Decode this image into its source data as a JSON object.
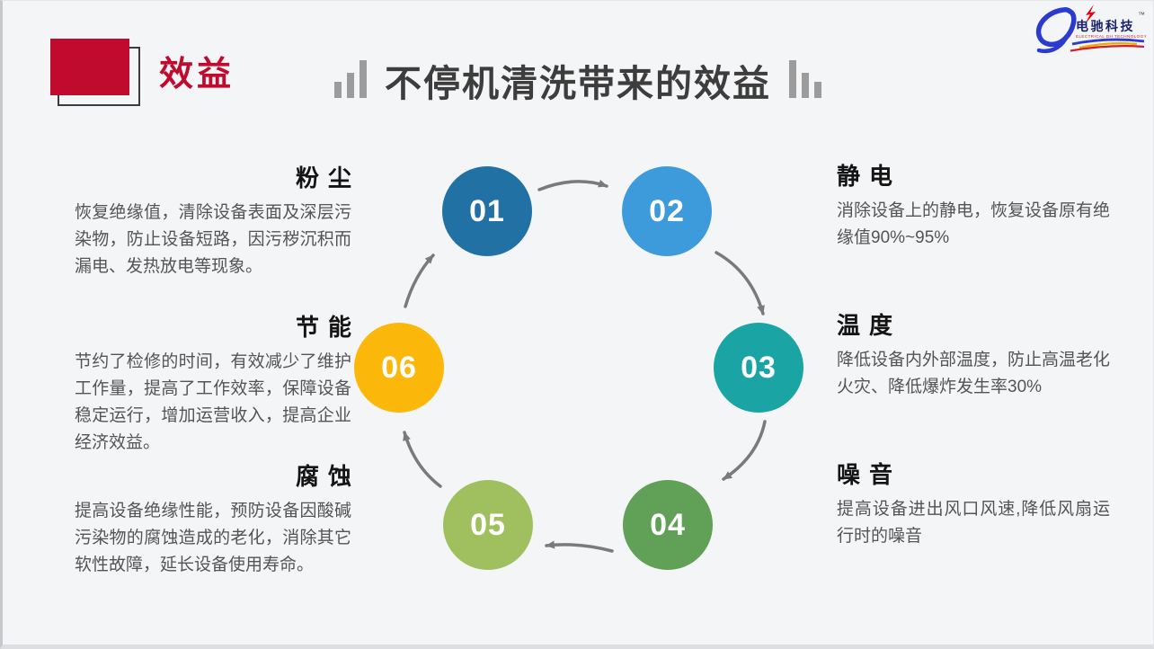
{
  "slide": {
    "section_title": "效益",
    "main_title": "不停机清洗带来的效益"
  },
  "logo": {
    "brand": "电驰科技",
    "trademark": "™",
    "tagline": "ELECTRICAL DH TECHNOLOGY"
  },
  "diagram": {
    "steps": [
      {
        "num": "01",
        "color": "#2171A5"
      },
      {
        "num": "02",
        "color": "#3E9BDB"
      },
      {
        "num": "03",
        "color": "#1AA4A3"
      },
      {
        "num": "04",
        "color": "#61A057"
      },
      {
        "num": "05",
        "color": "#A0C05F"
      },
      {
        "num": "06",
        "color": "#FBB80A"
      }
    ],
    "arrow_color": "#7a7a7a"
  },
  "benefits": {
    "left": [
      {
        "heading": "粉尘",
        "body": "恢复绝缘值，清除设备表面及深层污染物，防止设备短路，因污秽沉积而漏电、发热放电等现象。"
      },
      {
        "heading": "节能",
        "body": "节约了检修的时间，有效减少了维护工作量，提高了工作效率，保障设备稳定运行，增加运营收入，提高企业经济效益。"
      },
      {
        "heading": "腐蚀",
        "body": "提高设备绝缘性能，预防设备因酸碱污染物的腐蚀造成的老化，消除其它软性故障，延长设备使用寿命。"
      }
    ],
    "right": [
      {
        "heading": "静电",
        "body": "消除设备上的静电，恢复设备原有绝缘值90%~95%"
      },
      {
        "heading": "温度",
        "body": "降低设备内外部温度，防止高温老化火灾、降低爆炸发生率30%"
      },
      {
        "heading": "噪音",
        "body": "提高设备进出风口风速,降低风扇运行时的噪音"
      }
    ]
  },
  "colors": {
    "accent_red": "#C00A2E",
    "title_gray": "#3D3D3D"
  }
}
